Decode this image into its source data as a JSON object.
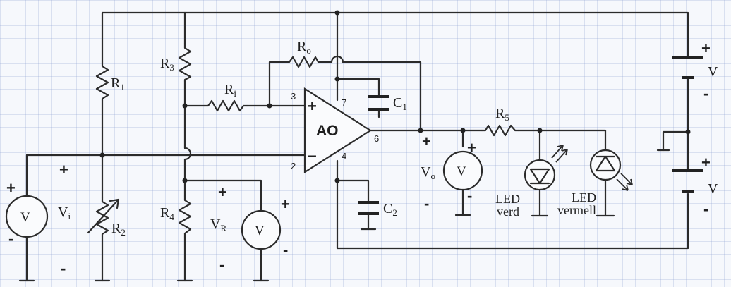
{
  "labels": {
    "r1": "R",
    "r1_sub": "1",
    "r2": "R",
    "r2_sub": "2",
    "r3": "R",
    "r3_sub": "3",
    "r4": "R",
    "r4_sub": "4",
    "r5": "R",
    "r5_sub": "5",
    "ri": "R",
    "ri_sub": "i",
    "ro": "R",
    "ro_sub": "o",
    "c1": "C",
    "c1_sub": "1",
    "c2": "C",
    "c2_sub": "2",
    "vi": "V",
    "vi_sub": "i",
    "vr": "V",
    "vr_sub": "R",
    "vo": "V",
    "vo_sub": "o",
    "opamp": "AO",
    "led_green_line1": "LED",
    "led_green_line2": "verd",
    "led_red_line1": "LED",
    "led_red_line2": "vermell",
    "supply_top": "V",
    "supply_bottom": "V"
  },
  "meters": {
    "meter_vi": "V",
    "meter_vr": "V",
    "meter_vo": "V"
  },
  "pins": {
    "p2": "2",
    "p3": "3",
    "p4": "4",
    "p6": "6",
    "p7": "7"
  },
  "signs": {
    "vi_meter_plus": "+",
    "vi_meter_minus": "-",
    "vi_plus": "+",
    "vi_minus": "-",
    "vr_node_plus": "+",
    "vr_plus": "+",
    "vr_minus": "-",
    "vr_node_minus": "-",
    "opamp_plus": "+",
    "opamp_minus": "−",
    "out_plus": "+",
    "out_minus": "-",
    "vo_meter_plus": "+",
    "vo_meter_minus": "-",
    "bat_top_plus": "+",
    "bat_top_minus": "-",
    "bat_bot_plus": "+",
    "bat_bot_minus": "-"
  }
}
